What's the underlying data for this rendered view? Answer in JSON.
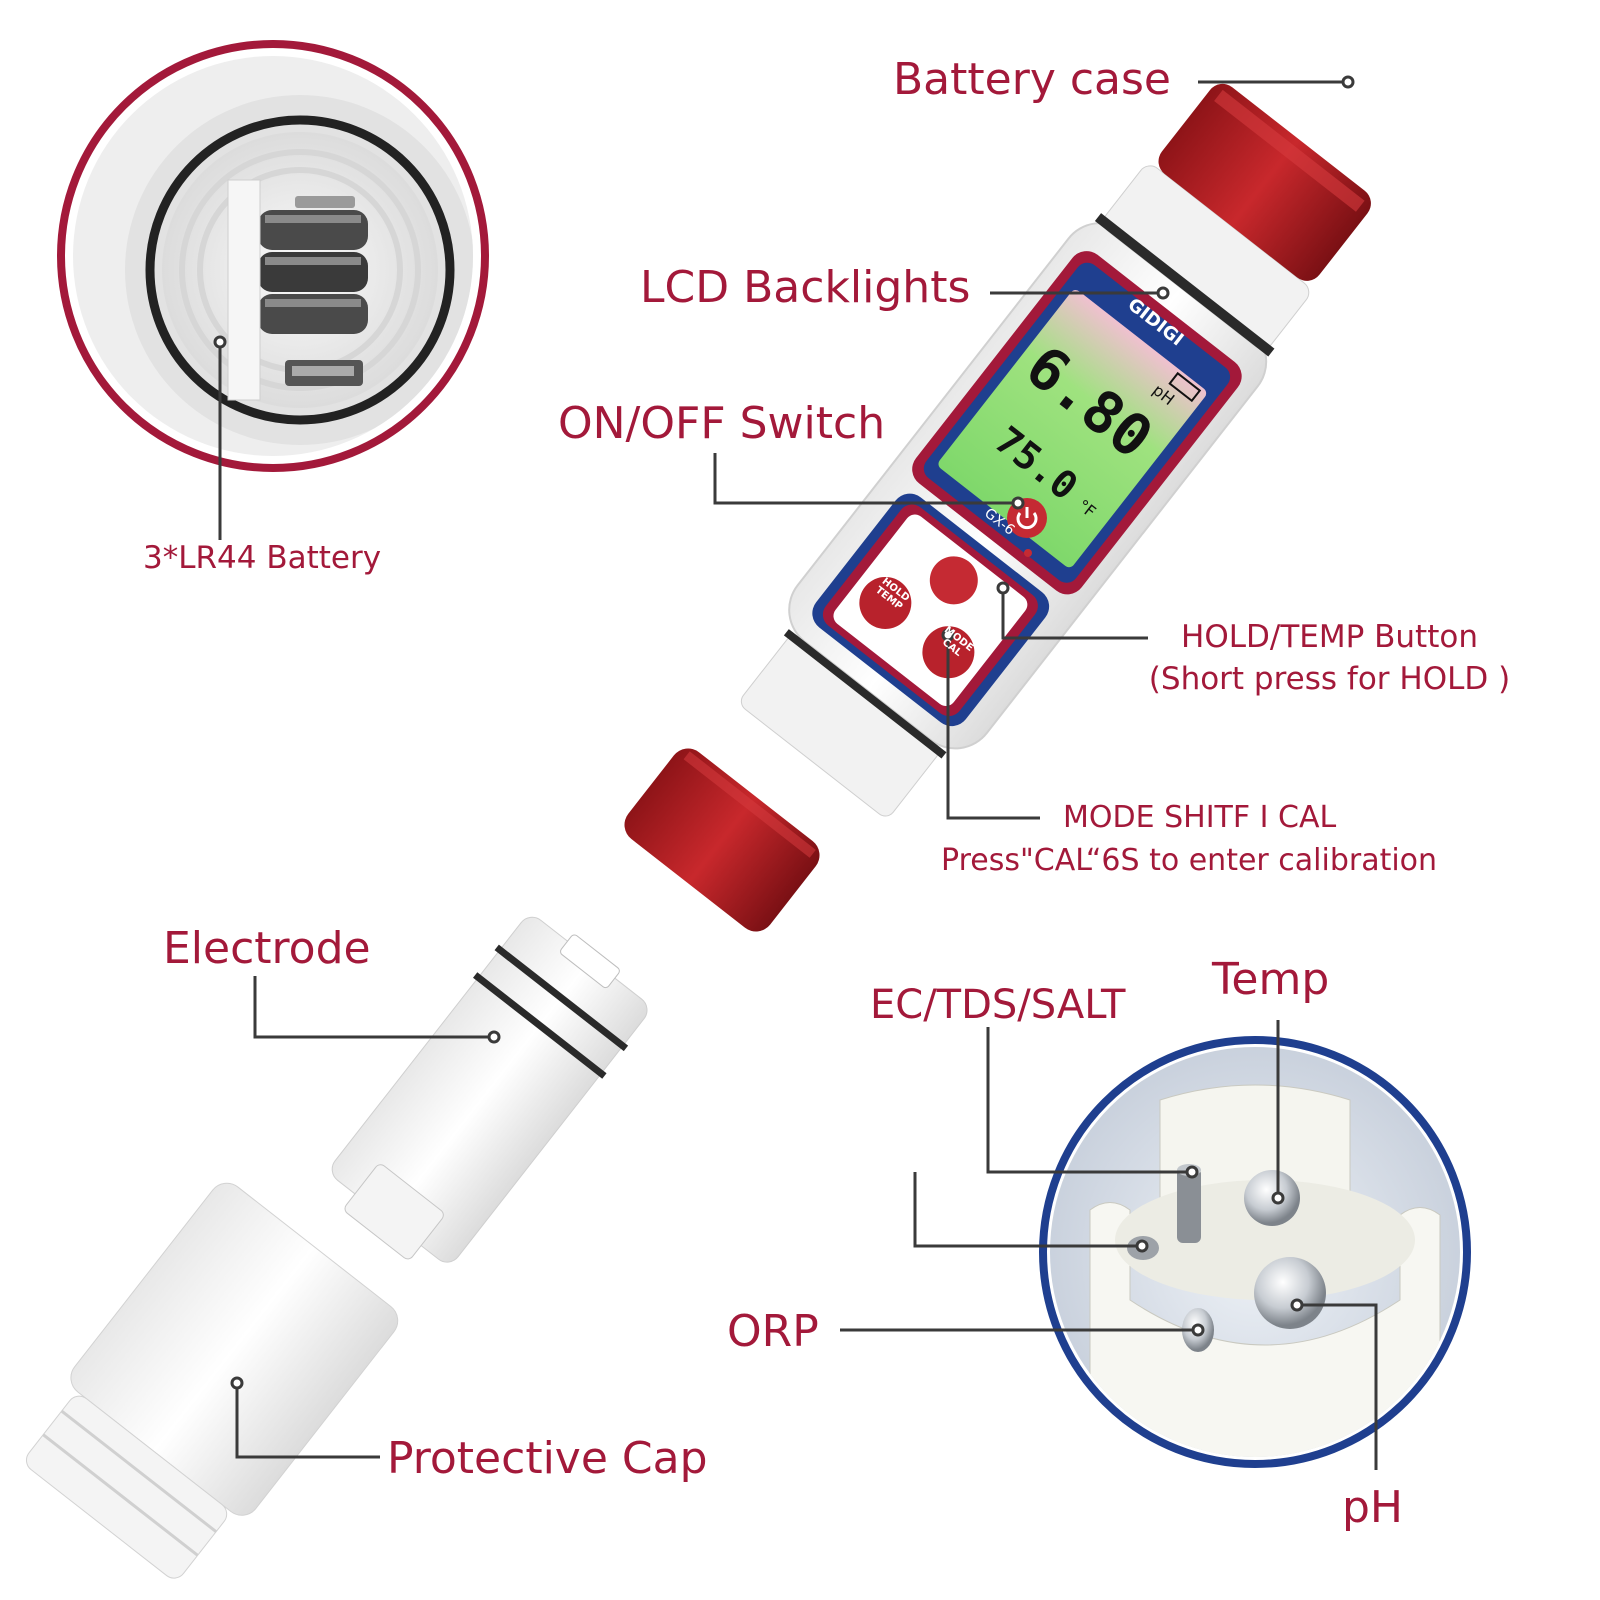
{
  "colors": {
    "label": "#a3193a",
    "leader": "#3a3a3a",
    "accent_red": "#b0202c",
    "accent_blue": "#1f3f8f",
    "lcd_green": "#8fe07a"
  },
  "labels": {
    "battery_case": "Battery case",
    "lcd_backlights": "LCD Backlights",
    "on_off_switch": "ON/OFF Switch",
    "battery": "3*LR44 Battery",
    "hold_temp_line1": "HOLD/TEMP Button",
    "hold_temp_line2": "(Short press for HOLD )",
    "mode_line1": "MODE SHITF I CAL",
    "mode_line2": "Press\"CAL“6S to enter calibration",
    "electrode": "Electrode",
    "ec_tds_salt": "EC/TDS/SALT",
    "temp": "Temp",
    "orp": "ORP",
    "protective_cap": "Protective Cap",
    "ph": "pH"
  },
  "device": {
    "brand": "GIDIGI",
    "model": "GX-6",
    "reading_main": "6.80",
    "reading_unit": "pH",
    "reading_temp": "75.0",
    "temp_unit": "°F",
    "btn_hold": "HOLD",
    "btn_temp": "TEMP",
    "btn_mode": "MODE",
    "btn_cal": "CAL"
  }
}
